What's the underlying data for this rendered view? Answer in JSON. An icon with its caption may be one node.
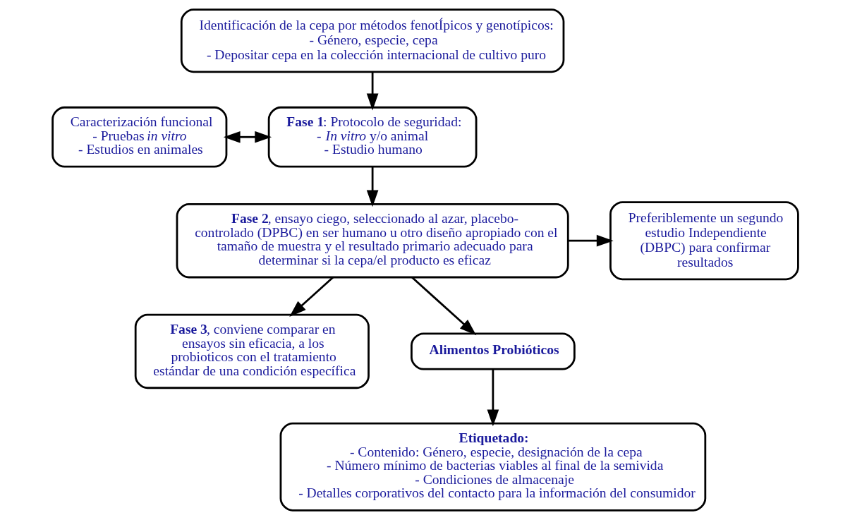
{
  "diagram": {
    "nodes": [
      {
        "text": [
          "Identificación de la cepa por métodos fenotÍpicos y genotípicos:",
          "- Género, especie, cepa",
          "- Depositar cepa en la colección internacional de cultivo puro"
        ]
      },
      {
        "text": [
          "Caracterización funcional",
          "- Pruebas *in vitro*",
          "- Estudios en animales"
        ]
      },
      {
        "text": [
          "**Fase 1**: Protocolo de seguridad:",
          "- *In vitro* y/o animal",
          "- Estudio humano"
        ]
      },
      {
        "text": [
          "**Fase 2**, ensayo ciego, seleccionado al azar, placebo-controlado (DPBC) en ser humano u otro diseño apropiado con el tamaño de muestra y el resultado primario adecuado para determinar si la cepa/el producto es eficaz"
        ]
      },
      {
        "text": [
          "Preferiblemente un segundo estudio Independiente (DBPC) para confirmar resultados"
        ]
      },
      {
        "text": [
          "**Fase 3**, conviene comparar en ensayos sin eficacia, a los probioticos con el tratamiento estándar de una condición específica"
        ]
      },
      {
        "text": [
          "Alimentos Probióticos"
        ]
      },
      {
        "text": [
          "Etiquetado:",
          "- Contenido: Género, especie, designación de la cepa",
          "- Número mínimo de bacterias viables al final de la semivida",
          "- Condiciones de almacenaje",
          "- Detalles corporativos del contacto para la información del consumidor"
        ]
      }
    ],
    "edges": [
      {
        "from": 0,
        "to": 2,
        "arrow": "to"
      },
      {
        "from": 1,
        "to": 2,
        "arrow": "both"
      },
      {
        "from": 2,
        "to": 3,
        "arrow": "to"
      },
      {
        "from": 3,
        "to": 4,
        "arrow": "to"
      },
      {
        "from": 3,
        "to": 5,
        "arrow": "to"
      },
      {
        "from": 3,
        "to": 6,
        "arrow": "to"
      },
      {
        "from": 6,
        "to": 7,
        "arrow": "to"
      }
    ]
  }
}
